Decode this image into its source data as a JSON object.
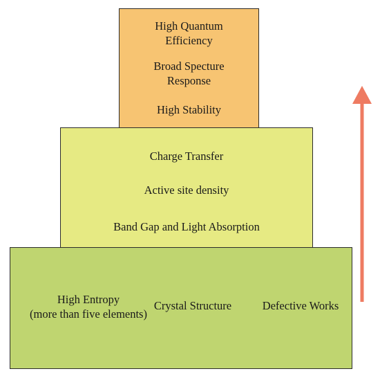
{
  "diagram": {
    "tiers": [
      {
        "name": "top",
        "fill": "#f7c472",
        "items": [
          "High Quantum\nEfficiency",
          "Broad Specture\nResponse",
          "High Stability"
        ]
      },
      {
        "name": "middle",
        "fill": "#e6ea83",
        "items": [
          "Charge Transfer",
          "Active site density",
          "Band Gap and Light Absorption"
        ]
      },
      {
        "name": "base",
        "fill": "#bfd570",
        "items": [
          "High Entropy\n(more than five elements)",
          "Crystal Structure",
          "Defective Works"
        ]
      }
    ],
    "arrow": {
      "direction": "up",
      "color": "#ee7b62"
    }
  }
}
